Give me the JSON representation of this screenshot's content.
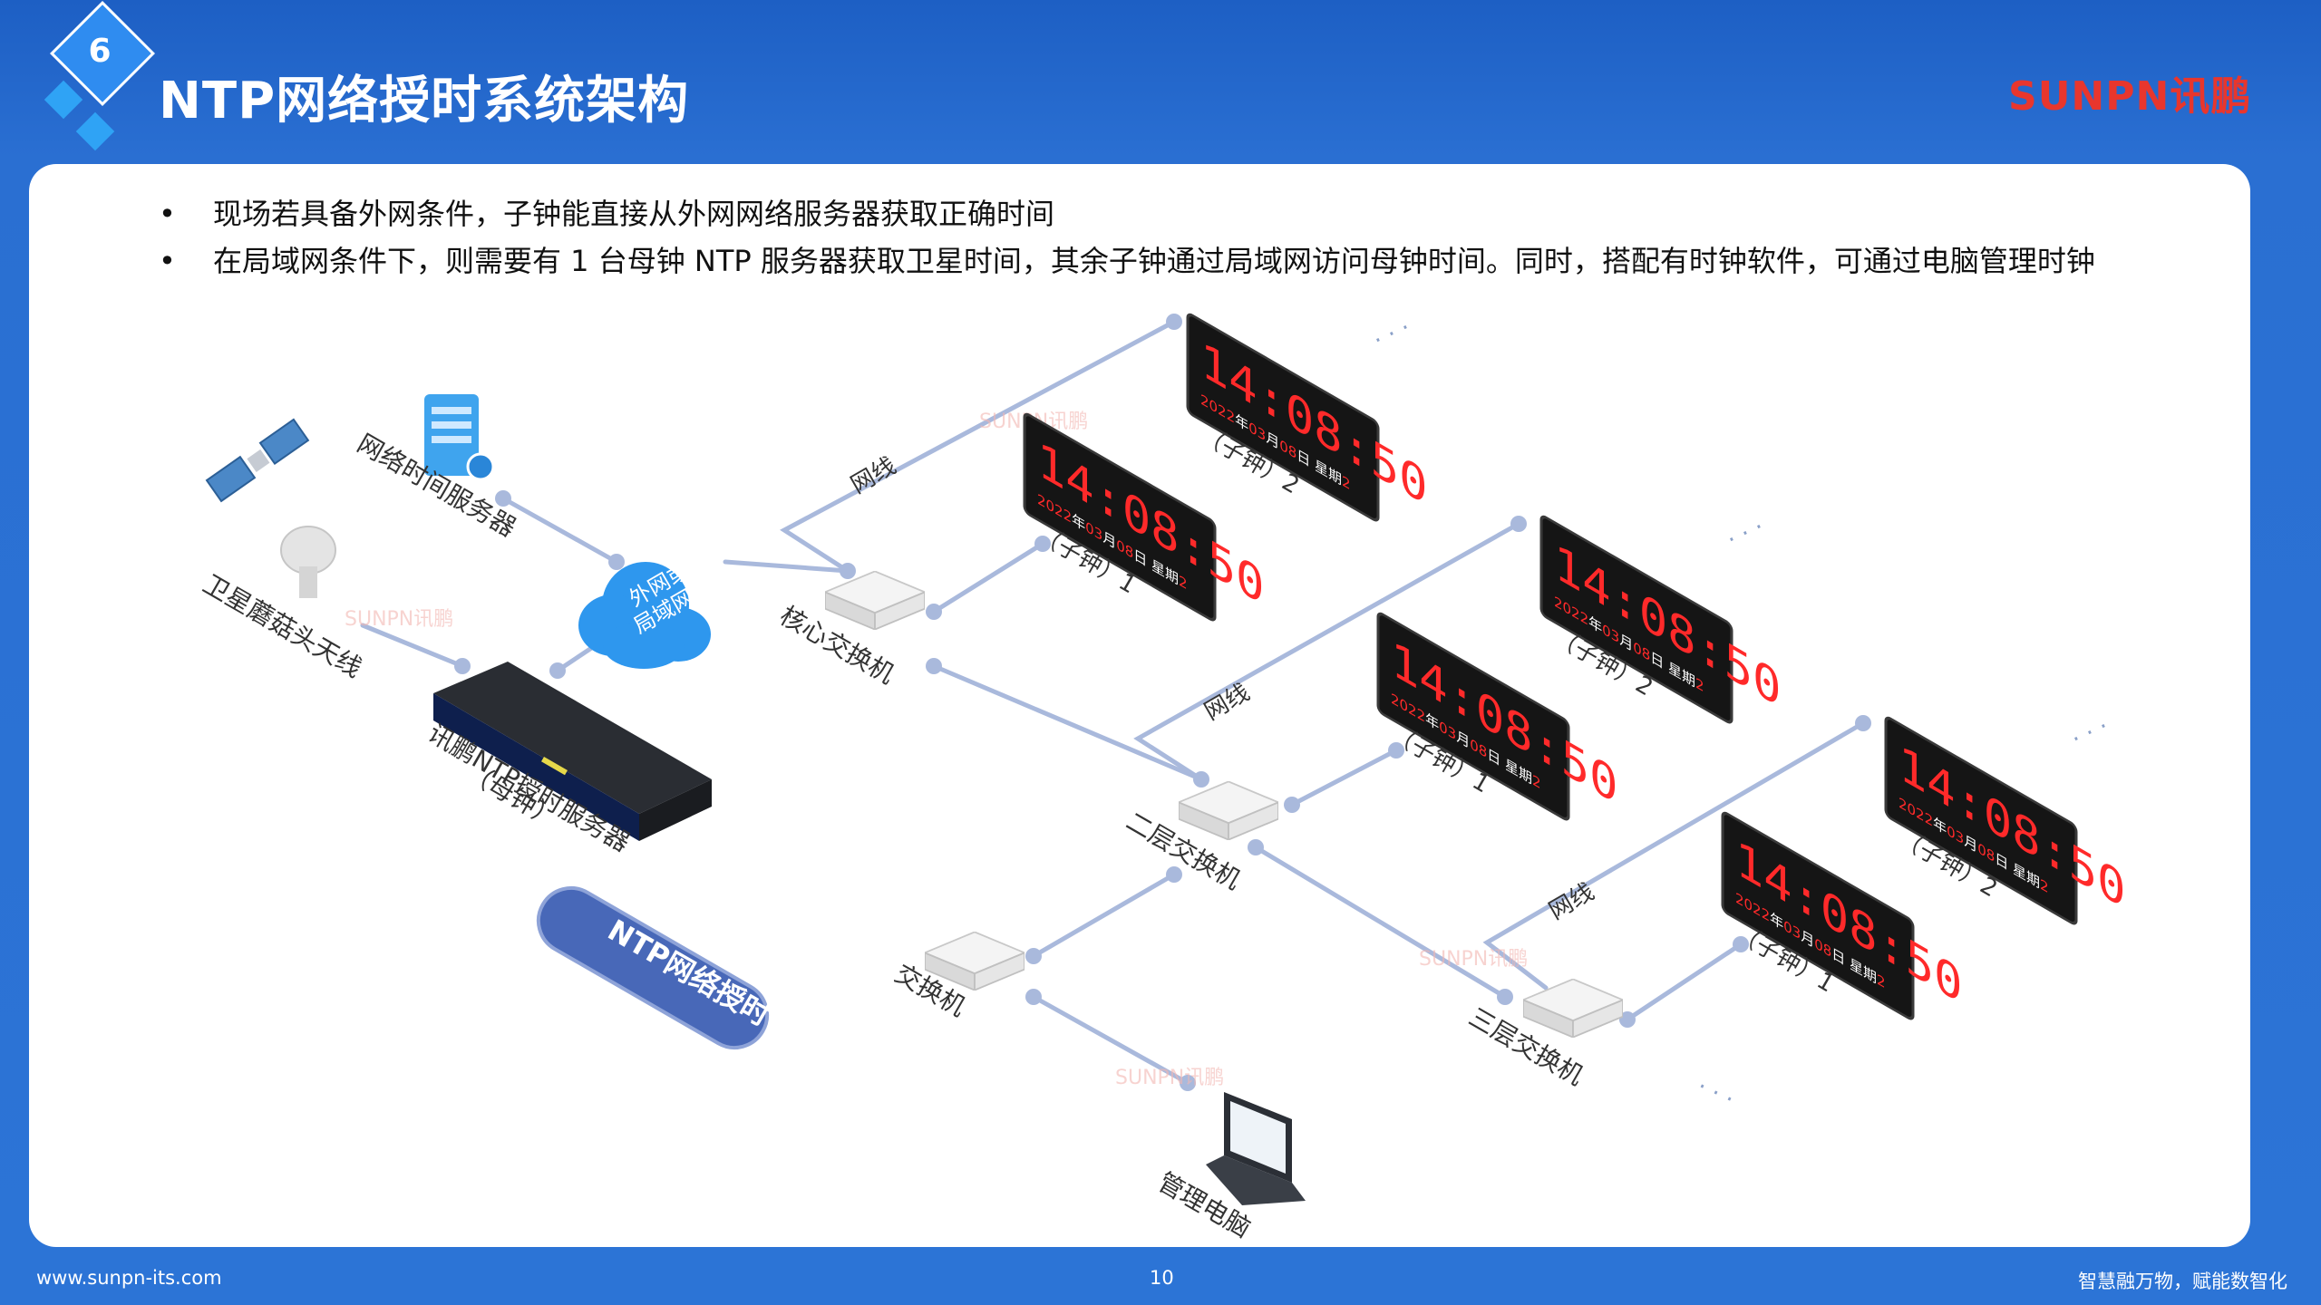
{
  "header": {
    "section_number": "6",
    "title": "NTP网络授时系统架构",
    "brand": "SUNPN讯鹏"
  },
  "bullets": [
    "现场若具备外网条件，子钟能直接从外网网络服务器获取正确时间",
    "在局域网条件下，则需要有 1 台母钟 NTP 服务器获取卫星时间，其余子钟通过局域网访问母钟时间。同时，搭配有时钟软件，可通过电脑管理时钟"
  ],
  "diagram": {
    "network_time_server": "网络时间服务器",
    "satellite_antenna": "卫星蘑菇头天线",
    "cloud_line1": "外网或",
    "cloud_line2": "局域网",
    "master_server_line1": "讯鹏NTP授时服务器",
    "master_server_line2": "（母钟）",
    "ntp_badge": "NTP网络授时",
    "core_switch": "核心交换机",
    "layer2_switch": "二层交换机",
    "layer3_switch": "三层交换机",
    "switch": "交换机",
    "management_pc": "管理电脑",
    "net_cable": "网线",
    "watermark": "SUNPN讯鹏",
    "more": "· · ·",
    "clock": {
      "time": "14:08:50",
      "year": "2022",
      "year_unit": "年",
      "month": "03",
      "month_unit": "月",
      "day": "08",
      "day_unit": "日",
      "weekday_label": "星期",
      "weekday": "2",
      "sub_clock_1": "（子钟）1",
      "sub_clock_2": "（子钟）2"
    }
  },
  "footer": {
    "url": "www.sunpn-its.com",
    "page": "10",
    "slogan": "智慧融万物，赋能数智化"
  },
  "colors": {
    "header_blue": "#1d5fc4",
    "brand_red": "#e8362d",
    "line": "#a9b9dc",
    "clock_red": "#ff2a2a",
    "badge": "#4868b8"
  }
}
